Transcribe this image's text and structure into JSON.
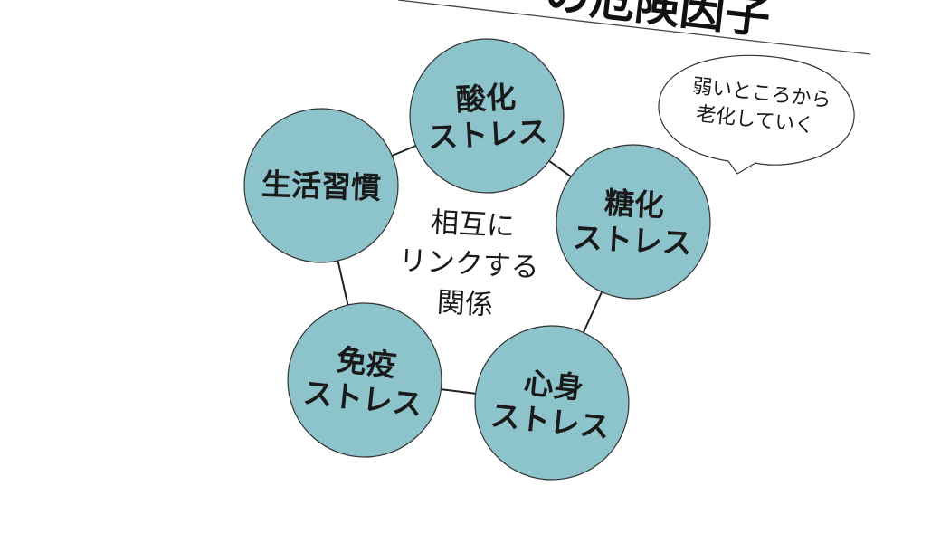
{
  "title": "の危険因子",
  "center_label": [
    "相互に",
    "リンクする",
    "関係"
  ],
  "nodes": [
    {
      "id": "oxidative",
      "lines": [
        "酸化",
        "ストレス"
      ]
    },
    {
      "id": "glycation",
      "lines": [
        "糖化",
        "ストレス"
      ]
    },
    {
      "id": "mental",
      "lines": [
        "心身",
        "ストレス"
      ]
    },
    {
      "id": "immune",
      "lines": [
        "免疫",
        "ストレス"
      ]
    },
    {
      "id": "lifestyle",
      "lines": [
        "生活習慣"
      ]
    }
  ],
  "speech_bubble": [
    "弱いところから",
    "老化していく"
  ],
  "colors": {
    "node_fill": "#8dc3cb",
    "stroke": "#222222"
  }
}
